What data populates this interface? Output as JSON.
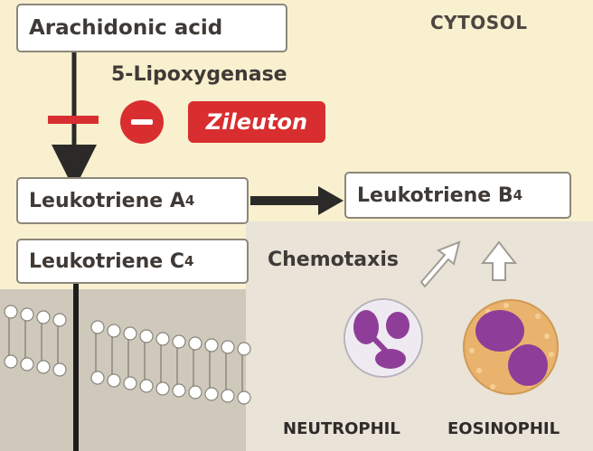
{
  "header": {
    "compartment_label": "CYTOSOL"
  },
  "pathway": {
    "arachidonic_acid": "Arachidonic acid",
    "enzyme": "5-Lipoxygenase",
    "inhibitor_drug": "Zileuton",
    "leukotriene_a4_base": "Leukotriene A",
    "leukotriene_a4_sub": "4",
    "leukotriene_b4_base": "Leukotriene B",
    "leukotriene_b4_sub": "4",
    "leukotriene_c4_base": "Leukotriene C",
    "leukotriene_c4_sub": "4"
  },
  "chemotaxis": {
    "label": "Chemotaxis",
    "cells": [
      "NEUTROPHIL",
      "EOSINOPHIL"
    ]
  },
  "colors": {
    "background": "#f8f0cf",
    "inhibitor_red": "#d82e30",
    "box_border": "#8d877a",
    "text": "#3f3a36",
    "cell_nucleus": "#8e3e98",
    "eosinophil_granules": "#eab36d"
  }
}
